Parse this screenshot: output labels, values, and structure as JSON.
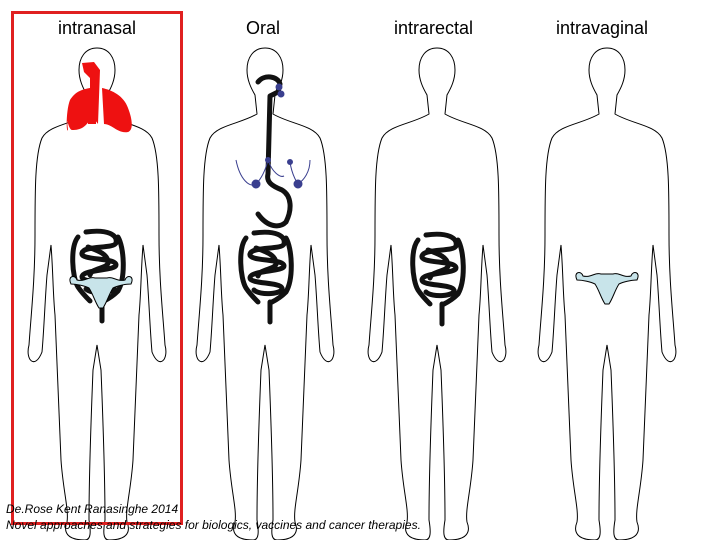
{
  "routes": [
    {
      "id": "intranasal",
      "label": "intranasal",
      "highlighted": true,
      "organs": [
        "lungs",
        "intestine",
        "reproductive-tract"
      ]
    },
    {
      "id": "oral",
      "label": "Oral",
      "highlighted": false,
      "organs": [
        "esophagus-stomach",
        "lymph-nodes",
        "intestine"
      ]
    },
    {
      "id": "intrarectal",
      "label": "intrarectal",
      "highlighted": false,
      "organs": [
        "intestine"
      ]
    },
    {
      "id": "intravaginal",
      "label": "intravaginal",
      "highlighted": false,
      "organs": [
        "reproductive-tract"
      ]
    }
  ],
  "citation": {
    "line1": "De.Rose Kent Ranasinghe 2014",
    "line2": "Novel approaches and strategies for biologics, vaccines and cancer therapies."
  },
  "colors": {
    "highlight_border": "#e02020",
    "lungs": "#ee1111",
    "organ_dark": "#111111",
    "lymph": "#3a3f8f",
    "reproductive": "#c8e4ea"
  }
}
